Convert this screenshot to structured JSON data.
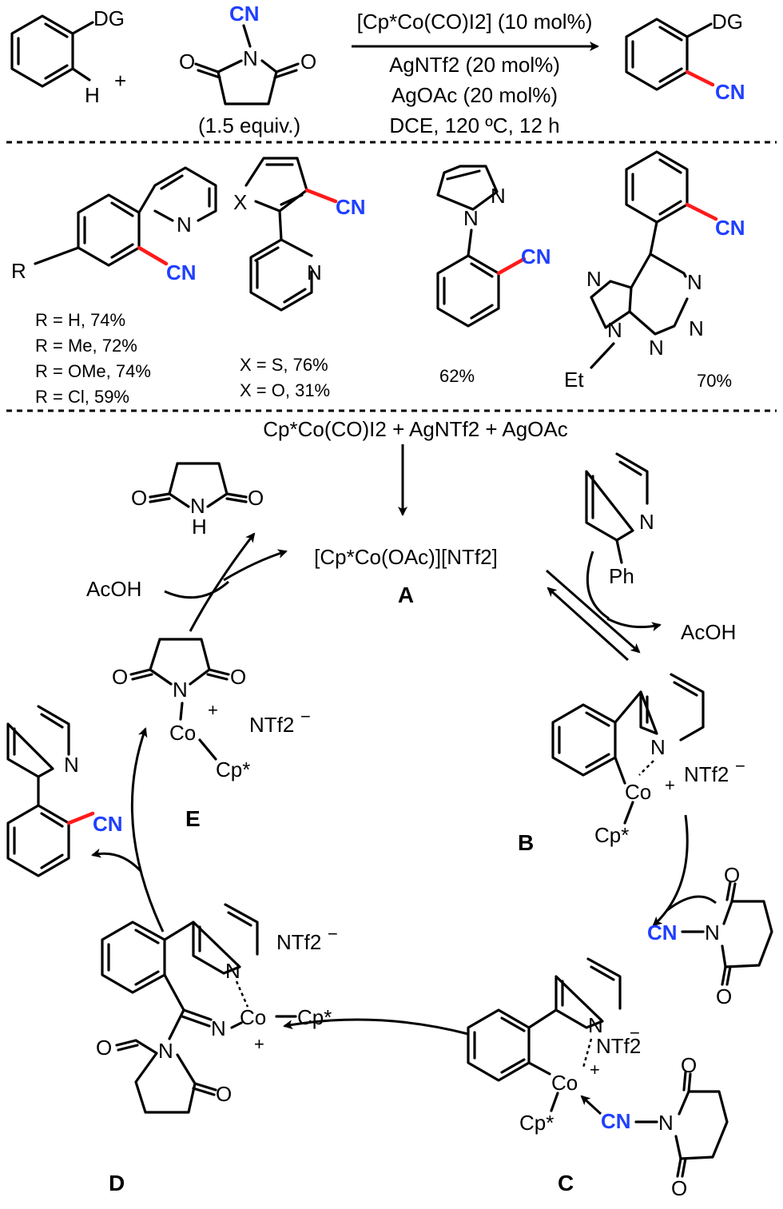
{
  "scheme": {
    "reagent_label": "(1.5 equiv.)",
    "dg": "DG",
    "h": "H",
    "plus": "+",
    "cn": "CN",
    "o": "O",
    "n": "N",
    "conditions": [
      "[Cp*Co(CO)I2] (10 mol%)",
      "AgNTf2 (20 mol%)",
      "AgOAc (20 mol%)",
      "DCE, 120 ºC, 12 h"
    ]
  },
  "substrates": {
    "r_label": "R",
    "r_yields": [
      "R = H, 74%",
      "R = Me, 72%",
      "R = OMe, 74%",
      "R = Cl, 59%"
    ],
    "x_label": "X",
    "x_yields": [
      "X = S, 76%",
      "X = O, 31%"
    ],
    "pyrazole_yield": "62%",
    "purine_yield": "70%",
    "et": "Et"
  },
  "cycle": {
    "precursor": "Cp*Co(CO)I2 + AgNTf2 + AgOAc",
    "catalyst": "[Cp*Co(OAc)][NTf2]",
    "label_a": "A",
    "label_b": "B",
    "label_c": "C",
    "label_d": "D",
    "label_e": "E",
    "acoh": "AcOH",
    "ph": "Ph",
    "h": "H",
    "co": "Co",
    "cp": "Cp*",
    "ntf2": "NTf2",
    "charge_plus": "+",
    "charge_minus": "−"
  },
  "colors": {
    "cn_blue": "#1f3fff",
    "new_bond_red": "#ff1a1a"
  }
}
